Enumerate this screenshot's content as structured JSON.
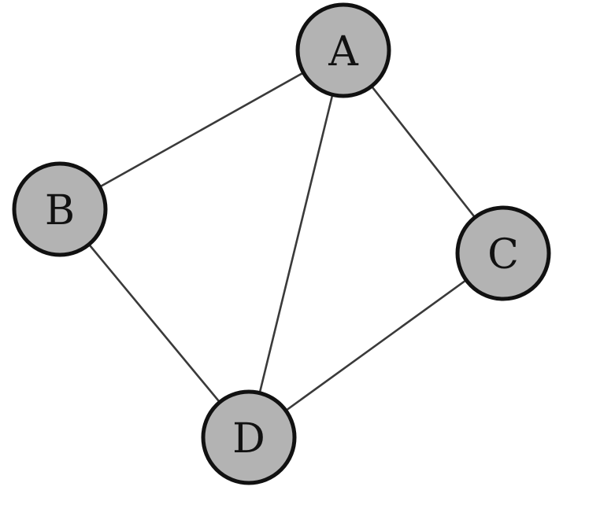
{
  "graph": {
    "node_fill": "#b3b3b3",
    "nodes": [
      {
        "id": "A",
        "label": "A"
      },
      {
        "id": "B",
        "label": "B"
      },
      {
        "id": "C",
        "label": "C"
      },
      {
        "id": "D",
        "label": "D"
      }
    ],
    "edges": [
      [
        "A",
        "B"
      ],
      [
        "A",
        "D"
      ],
      [
        "A",
        "C"
      ],
      [
        "B",
        "D"
      ],
      [
        "C",
        "D"
      ]
    ]
  }
}
